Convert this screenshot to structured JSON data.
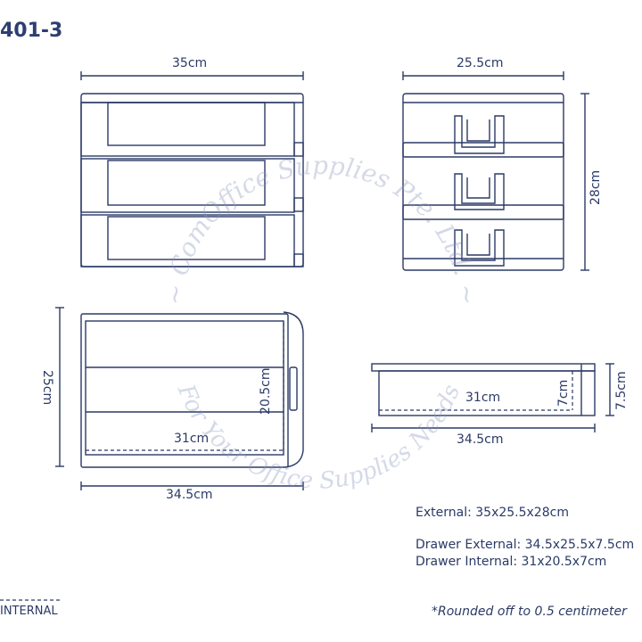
{
  "model": "401-3",
  "front": {
    "width": "35cm"
  },
  "side": {
    "depth": "25.5cm",
    "height": "28cm"
  },
  "top": {
    "depth": "25cm",
    "inner_depth": "20.5cm",
    "inner_width": "31cm",
    "width": "34.5cm"
  },
  "drawer": {
    "inner_width": "31cm",
    "inner_height": "7cm",
    "height": "7.5cm",
    "width": "34.5cm"
  },
  "specs": {
    "external": "External: 35x25.5x28cm",
    "drawer_external": "Drawer External: 34.5x25.5x7.5cm",
    "drawer_internal": "Drawer Internal: 31x20.5x7cm"
  },
  "legend": {
    "internal": "INTERNAL"
  },
  "note": "*Rounded off to 0.5 centimeter",
  "watermark": {
    "line1": "~ ComOffice Supplies Pte. Ltd. ~",
    "line2": "For Your Office Supplies Needs"
  },
  "colors": {
    "line": "#2b3a66",
    "accent": "#2e3d72"
  }
}
